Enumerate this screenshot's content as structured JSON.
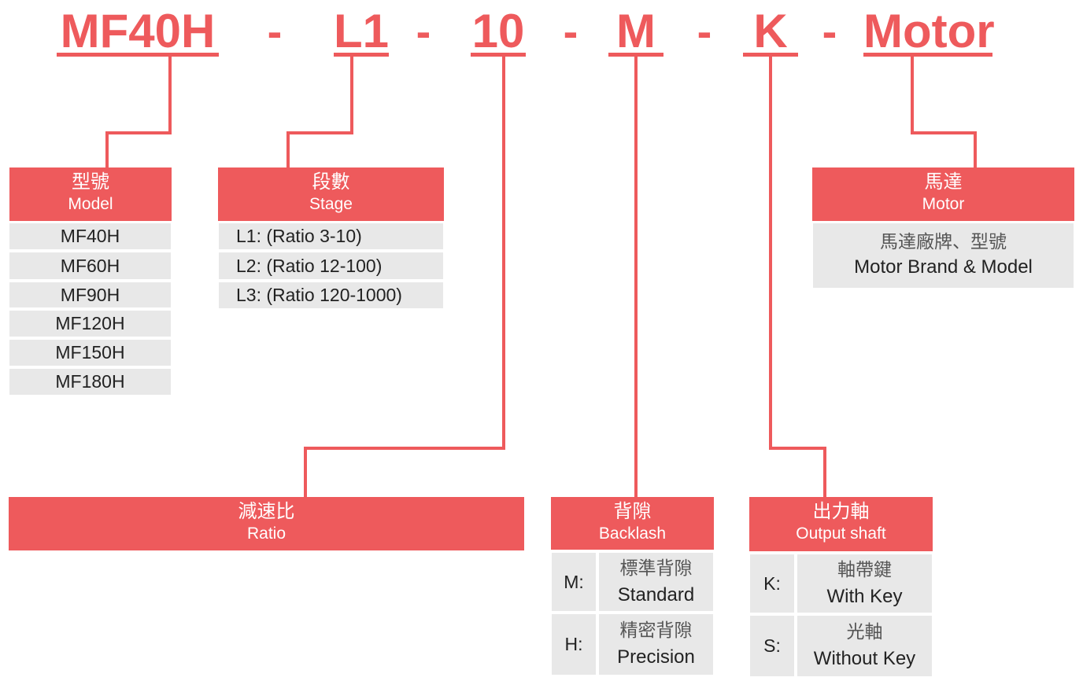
{
  "code": {
    "segments": [
      "MF40H",
      "L1",
      "10",
      "M",
      "K",
      "Motor"
    ],
    "separator": "-"
  },
  "colors": {
    "accent": "#ee5a5c",
    "cell_bg": "#e8e8e8",
    "text": "#222222"
  },
  "model": {
    "title_zh": "型號",
    "title_en": "Model",
    "items": [
      "MF40H",
      "MF60H",
      "MF90H",
      "MF120H",
      "MF150H",
      "MF180H"
    ]
  },
  "stage": {
    "title_zh": "段數",
    "title_en": "Stage",
    "items": [
      "L1: (Ratio 3-10)",
      "L2: (Ratio 12-100)",
      "L3: (Ratio 120-1000)"
    ]
  },
  "motor": {
    "title_zh": "馬達",
    "title_en": "Motor",
    "desc_zh": "馬達廠牌、型號",
    "desc_en": "Motor Brand & Model"
  },
  "ratio": {
    "title_zh": "減速比",
    "title_en": "Ratio"
  },
  "backlash": {
    "title_zh": "背隙",
    "title_en": "Backlash",
    "rows": [
      {
        "code": "M:",
        "zh": "標準背隙",
        "en": "Standard"
      },
      {
        "code": "H:",
        "zh": "精密背隙",
        "en": "Precision"
      }
    ]
  },
  "shaft": {
    "title_zh": "出力軸",
    "title_en": "Output shaft",
    "rows": [
      {
        "code": "K:",
        "zh": "軸帶鍵",
        "en": "With Key"
      },
      {
        "code": "S:",
        "zh": "光軸",
        "en": "Without Key"
      }
    ]
  }
}
